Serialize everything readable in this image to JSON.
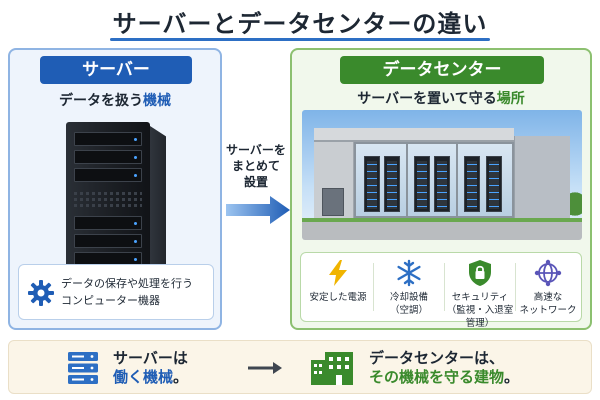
{
  "title": "サーバーとデータセンターの違い",
  "colors": {
    "blue": "#1f5db5",
    "green": "#3a8a2c"
  },
  "server": {
    "badge": "サーバー",
    "subhead_prefix": "データを扱う",
    "subhead_accent": "機械",
    "description_line1": "データの保存や処理を行う",
    "description_line2": "コンピューター機器",
    "icon": "gear-icon"
  },
  "arrow": {
    "line1": "サーバーを",
    "line2": "まとめて",
    "line3": "設置"
  },
  "datacenter": {
    "badge": "データセンター",
    "subhead_prefix": "サーバーを置いて守る",
    "subhead_accent": "場所",
    "features": [
      {
        "icon": "lightning-icon",
        "line1": "安定した電源",
        "line2": ""
      },
      {
        "icon": "snowflake-icon",
        "line1": "冷却設備",
        "line2": "（空調）"
      },
      {
        "icon": "shield-lock-icon",
        "line1": "セキュリティ",
        "line2": "（監視・入退室管理）"
      },
      {
        "icon": "network-globe-icon",
        "line1": "高速な",
        "line2": "ネットワーク"
      }
    ]
  },
  "summary": {
    "left_line1": "サーバーは",
    "left_line2_accent": "働く機械",
    "left_line2_suffix": "。",
    "right_line1": "データセンターは、",
    "right_line2_accent": "その機械を守る建物",
    "right_line2_suffix": "。"
  }
}
